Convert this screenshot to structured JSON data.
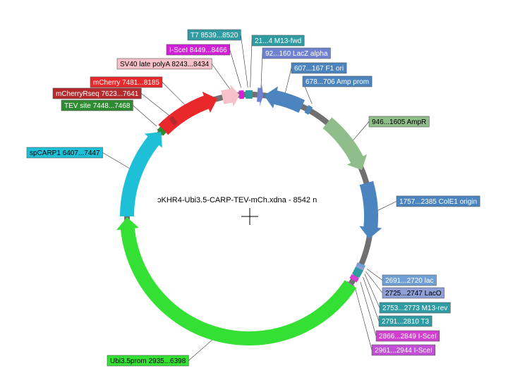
{
  "map": {
    "title": "ɔKHR4-Ubi3.5-CARP-TEV-mCh.xdna - 8542 n",
    "total_length_bp": 8542
  },
  "features": [
    {
      "key": "t7",
      "label": "T7  8539...8520",
      "start": 8539,
      "end": 8520,
      "color": "#2f9ba3",
      "text_color": "#ffffff",
      "kind": "tick"
    },
    {
      "key": "m13fwd",
      "label": "21...4  M13-fwd",
      "start": 21,
      "end": 4,
      "color": "#2f9ba3",
      "text_color": "#ffffff",
      "kind": "tick"
    },
    {
      "key": "scei_1",
      "label": "I-SceI  8449...8466",
      "start": 8449,
      "end": 8466,
      "color": "#d21fd8",
      "text_color": "#ffffff",
      "kind": "tick"
    },
    {
      "key": "lacz",
      "label": "92...160  LacZ alpha",
      "start": 92,
      "end": 160,
      "color": "#6f81d1",
      "text_color": "#ffffff",
      "kind": "arrow"
    },
    {
      "key": "sv40",
      "label": "SV40 late polyA  8243...8434",
      "start": 8243,
      "end": 8434,
      "color": "#f6c1c9",
      "text_color": "#000000",
      "kind": "arrow"
    },
    {
      "key": "f1ori",
      "label": "607...167  F1 ori",
      "start": 607,
      "end": 167,
      "color": "#4b84be",
      "text_color": "#ffffff",
      "kind": "arrow"
    },
    {
      "key": "mcherry",
      "label": "mCherry  7481...8185",
      "start": 7481,
      "end": 8185,
      "color": "#e8282b",
      "text_color": "#ffffff",
      "kind": "arrow"
    },
    {
      "key": "ampprom",
      "label": "678...706  Amp prom",
      "start": 678,
      "end": 706,
      "color": "#4b84be",
      "text_color": "#ffffff",
      "kind": "tick"
    },
    {
      "key": "mcherryrseq",
      "label": "mCherryRseq  7623...7641",
      "start": 7623,
      "end": 7641,
      "color": "#b52a2d",
      "text_color": "#ffffff",
      "kind": "tick"
    },
    {
      "key": "tev",
      "label": "TEV site  7448...7468",
      "start": 7448,
      "end": 7468,
      "color": "#2e8b32",
      "text_color": "#ffffff",
      "kind": "tick"
    },
    {
      "key": "ampr",
      "label": "946...1605  AmpR",
      "start": 946,
      "end": 1605,
      "color": "#8fbe8a",
      "text_color": "#000000",
      "kind": "arrow"
    },
    {
      "key": "spcarp",
      "label": "spCARP1  6407...7447",
      "start": 6407,
      "end": 7447,
      "color": "#1ec0d8",
      "text_color": "#000000",
      "kind": "arrow"
    },
    {
      "key": "cole1",
      "label": "1757...2385  ColE1 origin",
      "start": 1757,
      "end": 2385,
      "color": "#4b84be",
      "text_color": "#ffffff",
      "kind": "arrow"
    },
    {
      "key": "lac",
      "label": "2691...2720  lac",
      "start": 2691,
      "end": 2720,
      "color": "#6f9fd3",
      "text_color": "#ffffff",
      "kind": "tick"
    },
    {
      "key": "laco",
      "label": "2725...2747  LacO",
      "start": 2725,
      "end": 2747,
      "color": "#8e9fd6",
      "text_color": "#000000",
      "kind": "tick"
    },
    {
      "key": "m13rev",
      "label": "2753...2773  M13-rev",
      "start": 2753,
      "end": 2773,
      "color": "#2f9ba3",
      "text_color": "#ffffff",
      "kind": "tick"
    },
    {
      "key": "t3",
      "label": "2791...2810  T3",
      "start": 2791,
      "end": 2810,
      "color": "#2f9ba3",
      "text_color": "#ffffff",
      "kind": "tick"
    },
    {
      "key": "scei_2",
      "label": "2866...2849  I-SceI",
      "start": 2866,
      "end": 2849,
      "color": "#d23fd0",
      "text_color": "#ffffff",
      "kind": "tick"
    },
    {
      "key": "scei_3",
      "label": "2961...2944  I-SceI",
      "start": 2961,
      "end": 2944,
      "color": "#c34fd8",
      "text_color": "#ffffff",
      "kind": "tick"
    },
    {
      "key": "ubi",
      "label": "Ubi3.5prom  2935...6398",
      "start": 2935,
      "end": 6398,
      "color": "#33e033",
      "text_color": "#000000",
      "kind": "arrow"
    }
  ],
  "colors": {
    "backbone": "#707070",
    "leader": "#333333"
  }
}
